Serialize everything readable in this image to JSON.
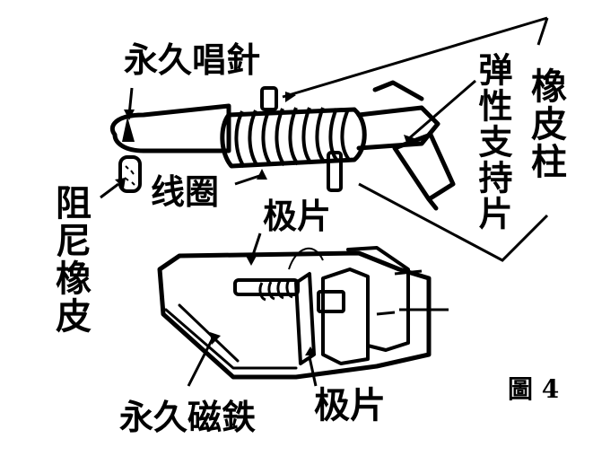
{
  "labels": {
    "stylus": "永久唱針",
    "damping_rubber": "阻尼橡皮",
    "coil": "线圈",
    "pole_piece_top": "极片",
    "elastic_support": "弹性支持片",
    "rubber_post": "橡皮柱",
    "magnet": "永久磁鉄",
    "pole_piece_bottom": "极片",
    "figure": "圖 4"
  }
}
